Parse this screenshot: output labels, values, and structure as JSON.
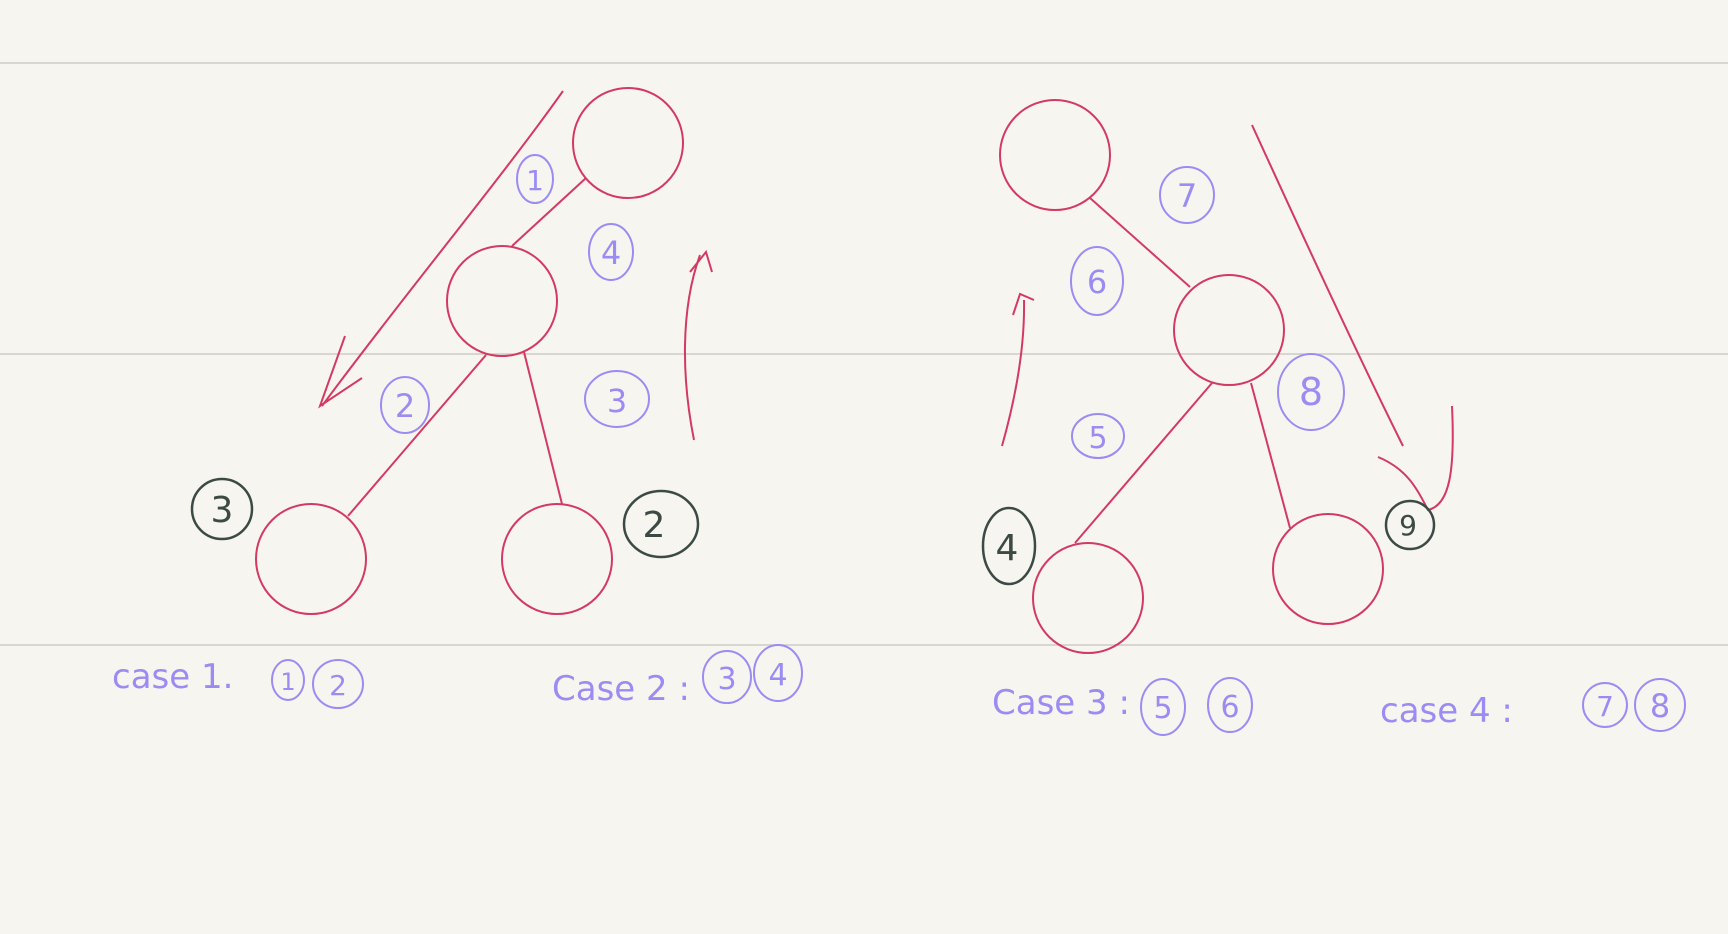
{
  "colors": {
    "paper": "#f7f5f0",
    "rule": "#c9c6c0",
    "tree": "#d23a63",
    "purple": "#9b8cf2",
    "dark": "#3c4a45"
  },
  "diagrams": [
    {
      "name": "left-tree",
      "edge_labels": [
        "1",
        "4",
        "2",
        "3"
      ],
      "node_labels": [
        "3",
        "2"
      ]
    },
    {
      "name": "right-tree",
      "edge_labels": [
        "7",
        "6",
        "5",
        "8"
      ],
      "node_labels": [
        "4",
        "9"
      ]
    }
  ],
  "captions": [
    {
      "text": "case 1.",
      "marks": [
        "1",
        "2"
      ]
    },
    {
      "text": "Case 2 :",
      "marks": [
        "3",
        "4"
      ]
    },
    {
      "text": "Case 3 :",
      "marks": [
        "5",
        "6"
      ]
    },
    {
      "text": "case 4 :",
      "marks": [
        "7",
        "8"
      ]
    }
  ]
}
